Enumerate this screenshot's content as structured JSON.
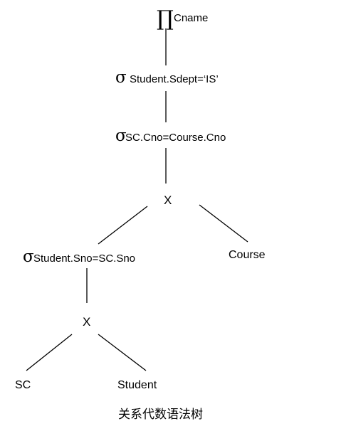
{
  "nodes": {
    "projection": {
      "symbol": "∏",
      "label": "Cname"
    },
    "selection_dept": {
      "symbol": "σ",
      "label": "Student.Sdept=‘IS’"
    },
    "selection_cno": {
      "symbol": "σ",
      "label": "SC.Cno=Course.Cno"
    },
    "product_top": {
      "symbol": "X"
    },
    "selection_sno": {
      "symbol": "σ",
      "label": "Student.Sno=SC.Sno"
    },
    "course": {
      "label": "Course"
    },
    "product_bottom": {
      "symbol": "X"
    },
    "sc": {
      "label": "SC"
    },
    "student": {
      "label": "Student"
    }
  },
  "caption": "关系代数语法树"
}
